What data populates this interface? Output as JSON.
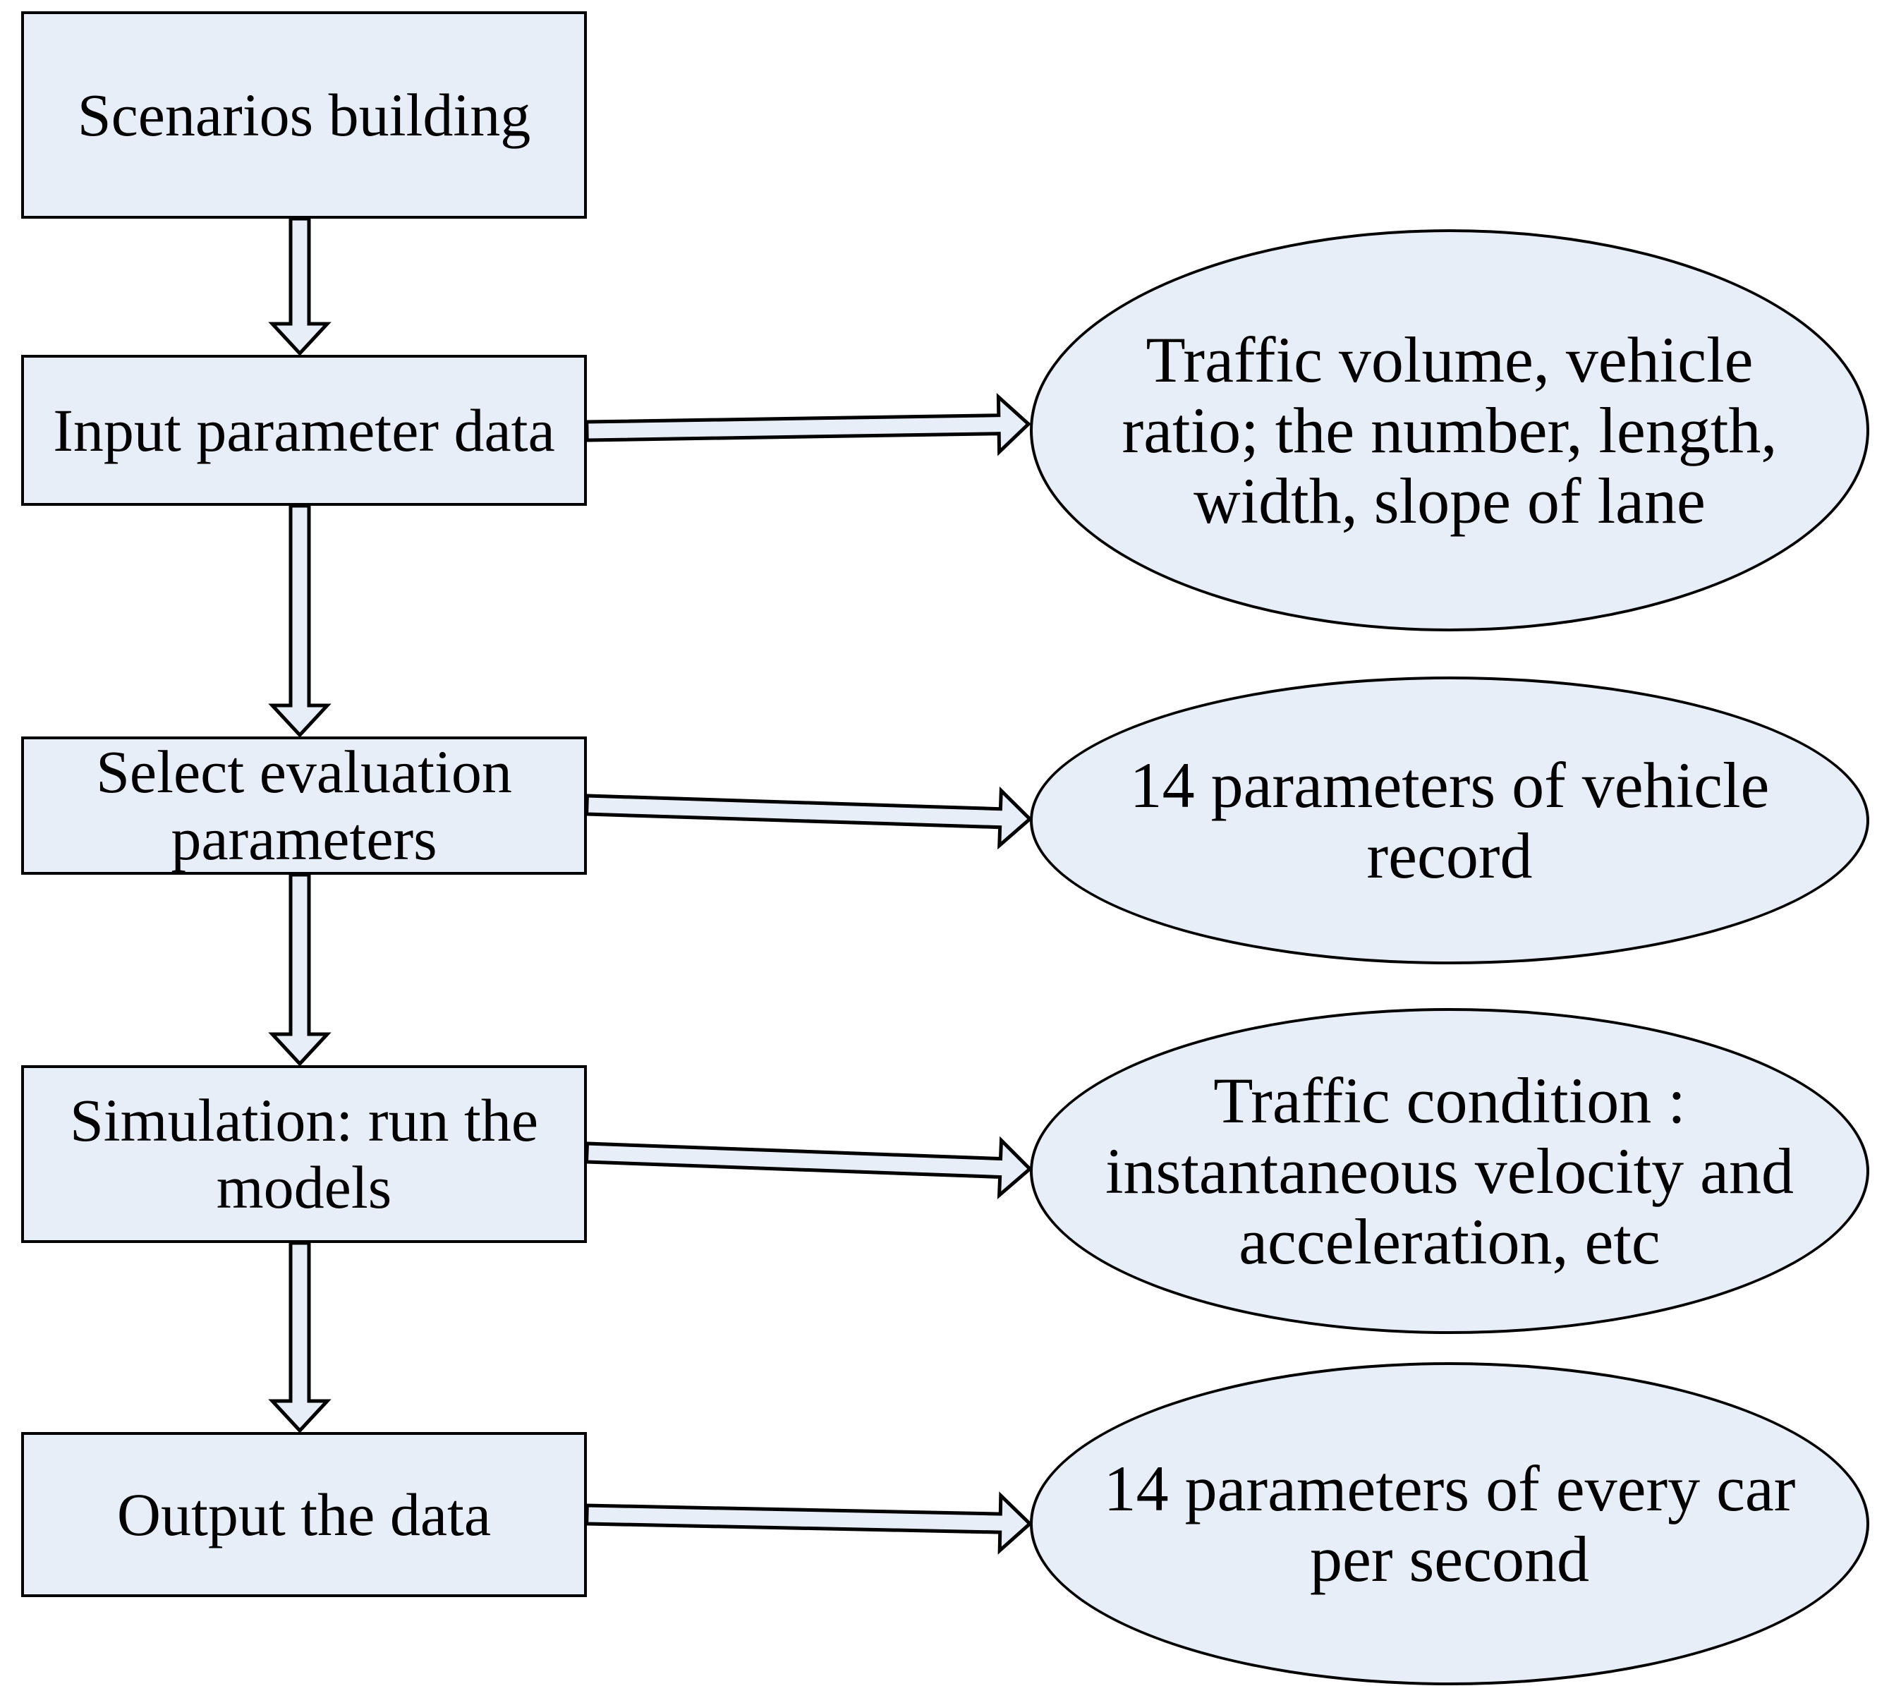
{
  "diagram": {
    "type": "flowchart",
    "colors": {
      "shape_fill": "#E8EEF7",
      "shape_border": "#000000",
      "background": "#FFFFFF",
      "text": "#000000"
    },
    "process_steps": [
      {
        "id": "scenarios-building",
        "shape": "rectangle",
        "label": "Scenarios building"
      },
      {
        "id": "input-parameter-data",
        "shape": "rectangle",
        "label": "Input parameter data"
      },
      {
        "id": "select-evaluation-parameters",
        "shape": "rectangle",
        "label": "Select evaluation\nparameters"
      },
      {
        "id": "simulation-run-the-models",
        "shape": "rectangle",
        "label": "Simulation: run the\nmodels"
      },
      {
        "id": "output-the-data",
        "shape": "rectangle",
        "label": "Output the data"
      }
    ],
    "annotations": [
      {
        "id": "input-details",
        "shape": "ellipse",
        "source": "input-parameter-data",
        "label": "Traffic volume, vehicle\nratio; the number, length,\nwidth, slope of lane"
      },
      {
        "id": "evaluation-details",
        "shape": "ellipse",
        "source": "select-evaluation-parameters",
        "label": "14 parameters of vehicle\nrecord"
      },
      {
        "id": "simulation-details",
        "shape": "ellipse",
        "source": "simulation-run-the-models",
        "label": "Traffic condition :\ninstantaneous velocity and\nacceleration, etc"
      },
      {
        "id": "output-details",
        "shape": "ellipse",
        "source": "output-the-data",
        "label": "14 parameters of every car\nper second"
      }
    ],
    "edges": [
      {
        "from": "scenarios-building",
        "to": "input-parameter-data",
        "style": "block-arrow"
      },
      {
        "from": "input-parameter-data",
        "to": "select-evaluation-parameters",
        "style": "block-arrow"
      },
      {
        "from": "select-evaluation-parameters",
        "to": "simulation-run-the-models",
        "style": "block-arrow"
      },
      {
        "from": "simulation-run-the-models",
        "to": "output-the-data",
        "style": "block-arrow"
      },
      {
        "from": "input-parameter-data",
        "to": "input-details",
        "style": "block-arrow"
      },
      {
        "from": "select-evaluation-parameters",
        "to": "evaluation-details",
        "style": "block-arrow"
      },
      {
        "from": "simulation-run-the-models",
        "to": "simulation-details",
        "style": "block-arrow"
      },
      {
        "from": "output-the-data",
        "to": "output-details",
        "style": "block-arrow"
      }
    ]
  }
}
